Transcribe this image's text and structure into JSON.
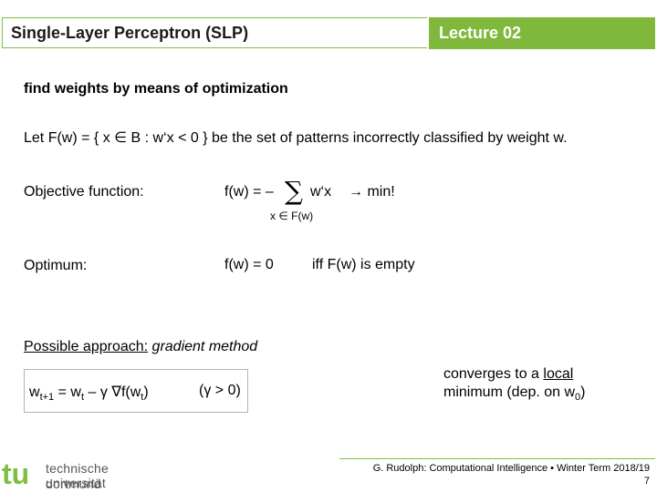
{
  "header": {
    "title": "Single-Layer Perceptron (SLP)",
    "lecture": "Lecture 02"
  },
  "heading": "find weights by means of optimization",
  "definition": "Let F(w) = { x ∈ B :  w‘x < 0 } be the set of patterns incorrectly classified by weight w.",
  "objective": {
    "label": "Objective function:",
    "lhs": "f(w) = –",
    "sum": "∑",
    "term": "w‘x",
    "arrow": "→ min!",
    "subscript": "x ∈ F(w)"
  },
  "optimum": {
    "label": "Optimum:",
    "expr": "f(w) = 0",
    "cond": "iff F(w) is empty"
  },
  "approach": {
    "label": "Possible approach:",
    "method": "gradient method"
  },
  "update": {
    "w": "w",
    "sub1": "t+1",
    "eq": " = w",
    "sub2": "t",
    "minus": " – γ ∇f(w",
    "sub3": "t",
    "close": ")",
    "gamma": "(γ > 0)"
  },
  "converges": {
    "line1a": "converges to a ",
    "local": "local",
    "line2a": "minimum (dep. on w",
    "sub": "0",
    "line2b": ")"
  },
  "footer": {
    "logo_tu": "tu",
    "logo_line1": "technische universität",
    "logo_line2": "dortmund",
    "credit": "G. Rudolph: Computational Intelligence ▪ Winter Term 2018/19",
    "page": "7"
  },
  "colors": {
    "accent": "#80b83c"
  }
}
